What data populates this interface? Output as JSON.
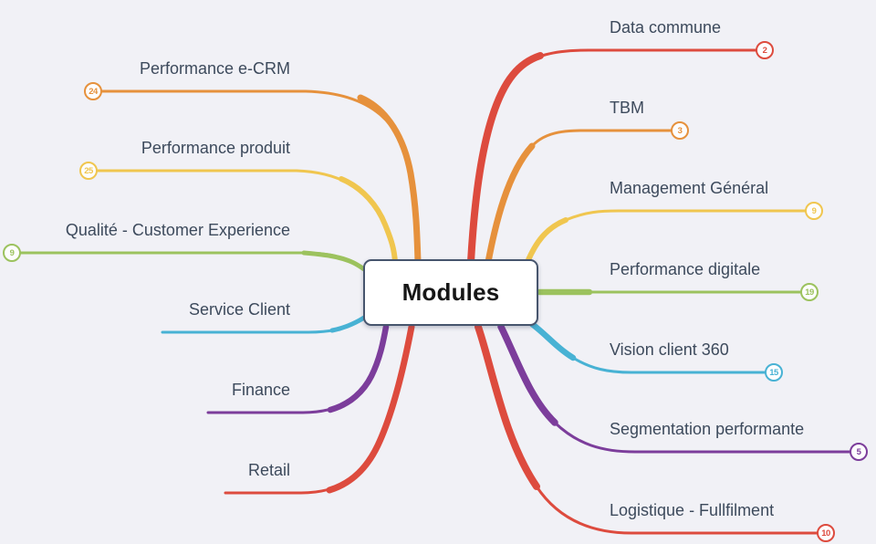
{
  "central": {
    "title": "Modules"
  },
  "colors": {
    "background": "#F1F1F6",
    "label_text": "#3D4A5C",
    "node_border": "#47556D",
    "red": "#DD4B3E",
    "orange": "#E6913C",
    "yellow": "#F0C64F",
    "green": "#9CC25E",
    "cyan": "#48B2D4",
    "purple": "#7C3D9B"
  },
  "branches": {
    "left": [
      {
        "label": "Performance e-CRM",
        "badge": "24",
        "color": "#E6913C"
      },
      {
        "label": "Performance produit",
        "badge": "25",
        "color": "#F0C64F"
      },
      {
        "label": "Qualité - Customer Experience",
        "badge": "9",
        "color": "#9CC25E"
      },
      {
        "label": "Service Client",
        "badge": "",
        "color": "#48B2D4"
      },
      {
        "label": "Finance",
        "badge": "",
        "color": "#7C3D9B"
      },
      {
        "label": "Retail",
        "badge": "",
        "color": "#DD4B3E"
      }
    ],
    "right": [
      {
        "label": "Data commune",
        "badge": "2",
        "color": "#DD4B3E"
      },
      {
        "label": "TBM",
        "badge": "3",
        "color": "#E6913C"
      },
      {
        "label": "Management Général",
        "badge": "9",
        "color": "#F0C64F"
      },
      {
        "label": "Performance digitale",
        "badge": "19",
        "color": "#9CC25E"
      },
      {
        "label": "Vision client 360",
        "badge": "15",
        "color": "#48B2D4"
      },
      {
        "label": "Segmentation performante",
        "badge": "5",
        "color": "#7C3D9B"
      },
      {
        "label": "Logistique - Fullfilment",
        "badge": "10",
        "color": "#DD4B3E"
      }
    ]
  }
}
